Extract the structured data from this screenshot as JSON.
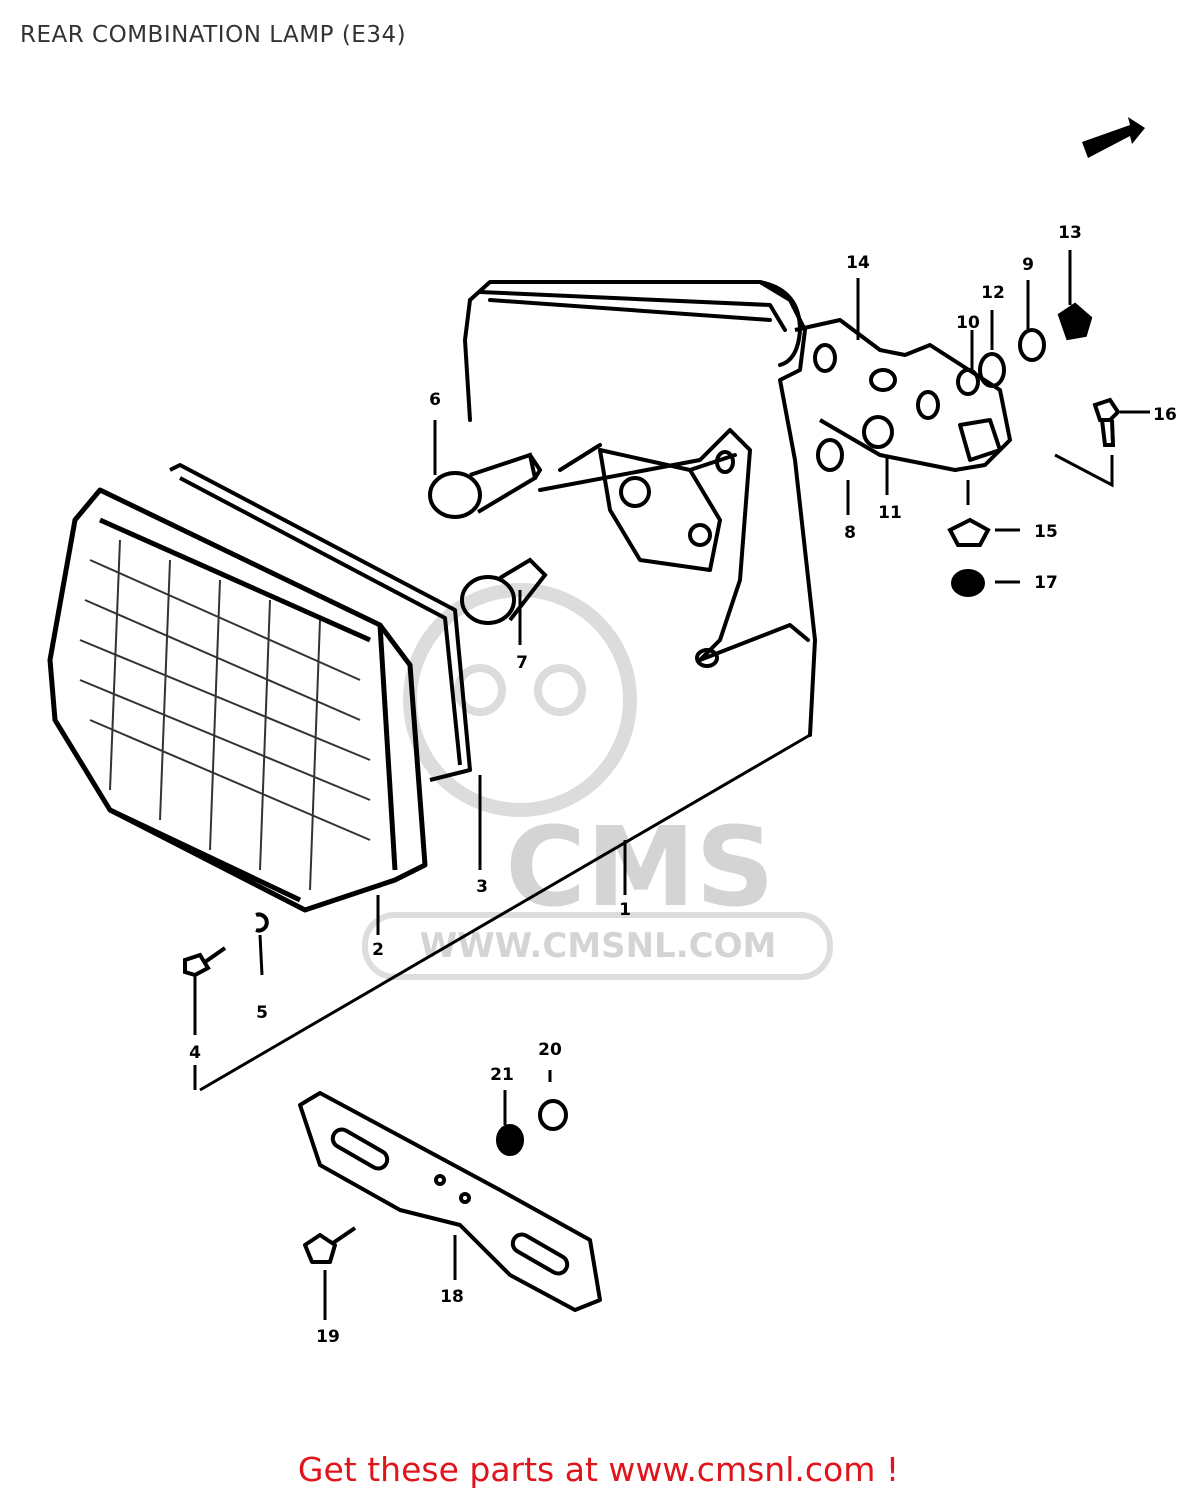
{
  "title": "REAR COMBINATION LAMP (E34)",
  "footer": "Get these parts at www.cmsnl.com !",
  "watermark": {
    "brand": "CMS",
    "url": "WWW.CMSNL.COM"
  },
  "callouts": [
    "1",
    "2",
    "3",
    "4",
    "5",
    "6",
    "7",
    "8",
    "9",
    "10",
    "11",
    "12",
    "13",
    "14",
    "15",
    "16",
    "17",
    "18",
    "19",
    "20",
    "21"
  ],
  "colors": {
    "ink": "#000000",
    "footer": "#e0141b",
    "title": "#333333",
    "watermark": "#d4d4d4"
  }
}
